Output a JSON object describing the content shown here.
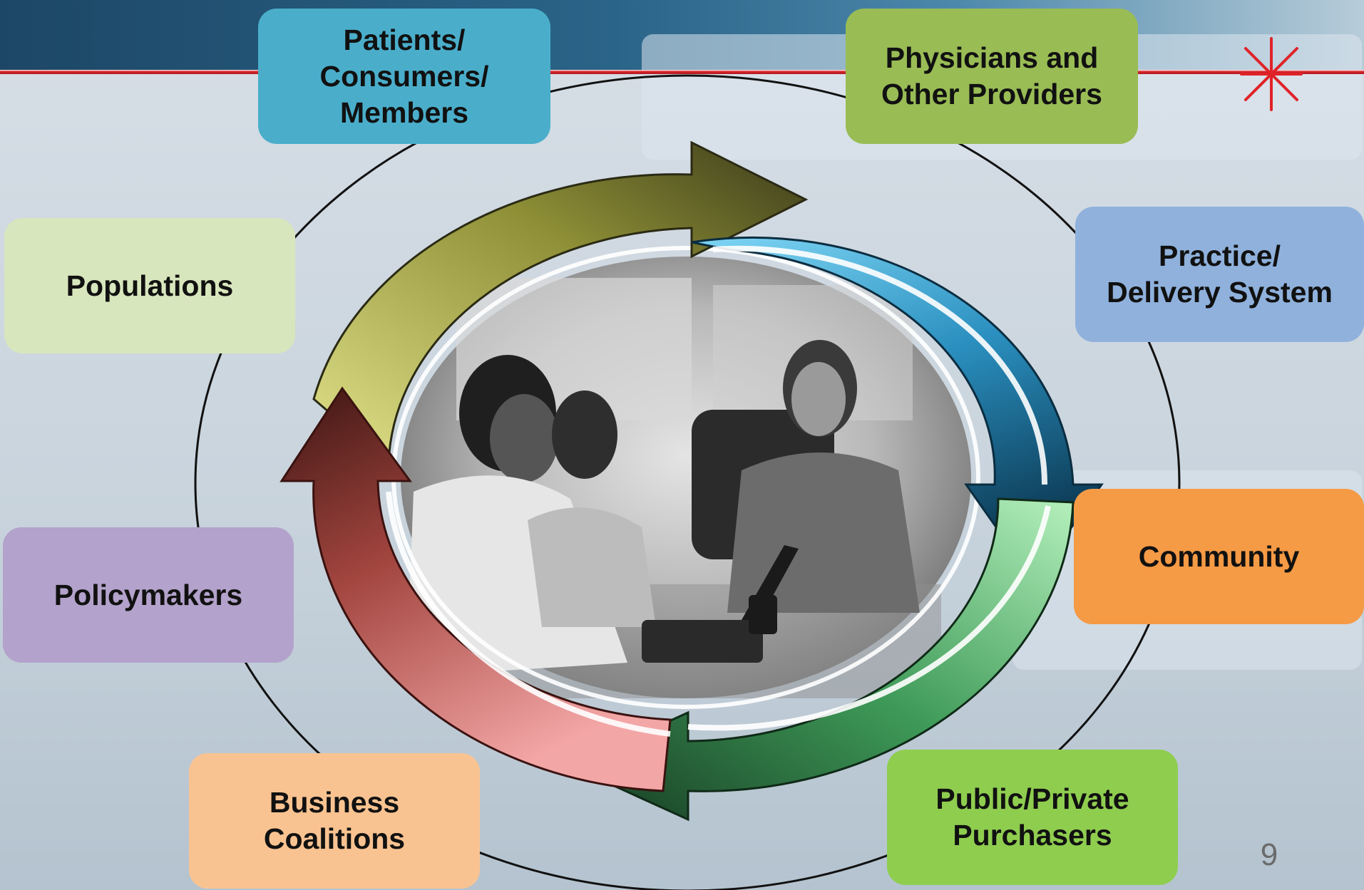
{
  "slide": {
    "page_number": "9"
  },
  "stakeholders": [
    {
      "id": "patients",
      "label": "Patients/\nConsumers/\nMembers",
      "color": "#4aaecb"
    },
    {
      "id": "physicians",
      "label": "Physicians and\nOther Providers",
      "color": "#99bc55"
    },
    {
      "id": "populations",
      "label": "Populations",
      "color": "#d8e6bd"
    },
    {
      "id": "practice",
      "label": "Practice/\nDelivery System",
      "color": "#8fb1dc"
    },
    {
      "id": "policymakers",
      "label": "Policymakers",
      "color": "#b3a2cb"
    },
    {
      "id": "community",
      "label": "Community",
      "color": "#f59a45"
    },
    {
      "id": "business",
      "label": "Business\nCoalitions",
      "color": "#f9c391"
    },
    {
      "id": "purchasers",
      "label": "Public/Private\nPurchasers",
      "color": "#8fcd4f"
    }
  ],
  "cycle_arrows": [
    {
      "name": "olive-arrow",
      "color": "#9d9f3e"
    },
    {
      "name": "blue-arrow",
      "color": "#2a8fbf"
    },
    {
      "name": "green-arrow",
      "color": "#3e9a58"
    },
    {
      "name": "red-arrow",
      "color": "#a3453f"
    }
  ],
  "photo": {
    "subject": "business-meeting-photo"
  },
  "logo": {
    "name": "asterisk-logo-icon",
    "color": "#e02328"
  }
}
